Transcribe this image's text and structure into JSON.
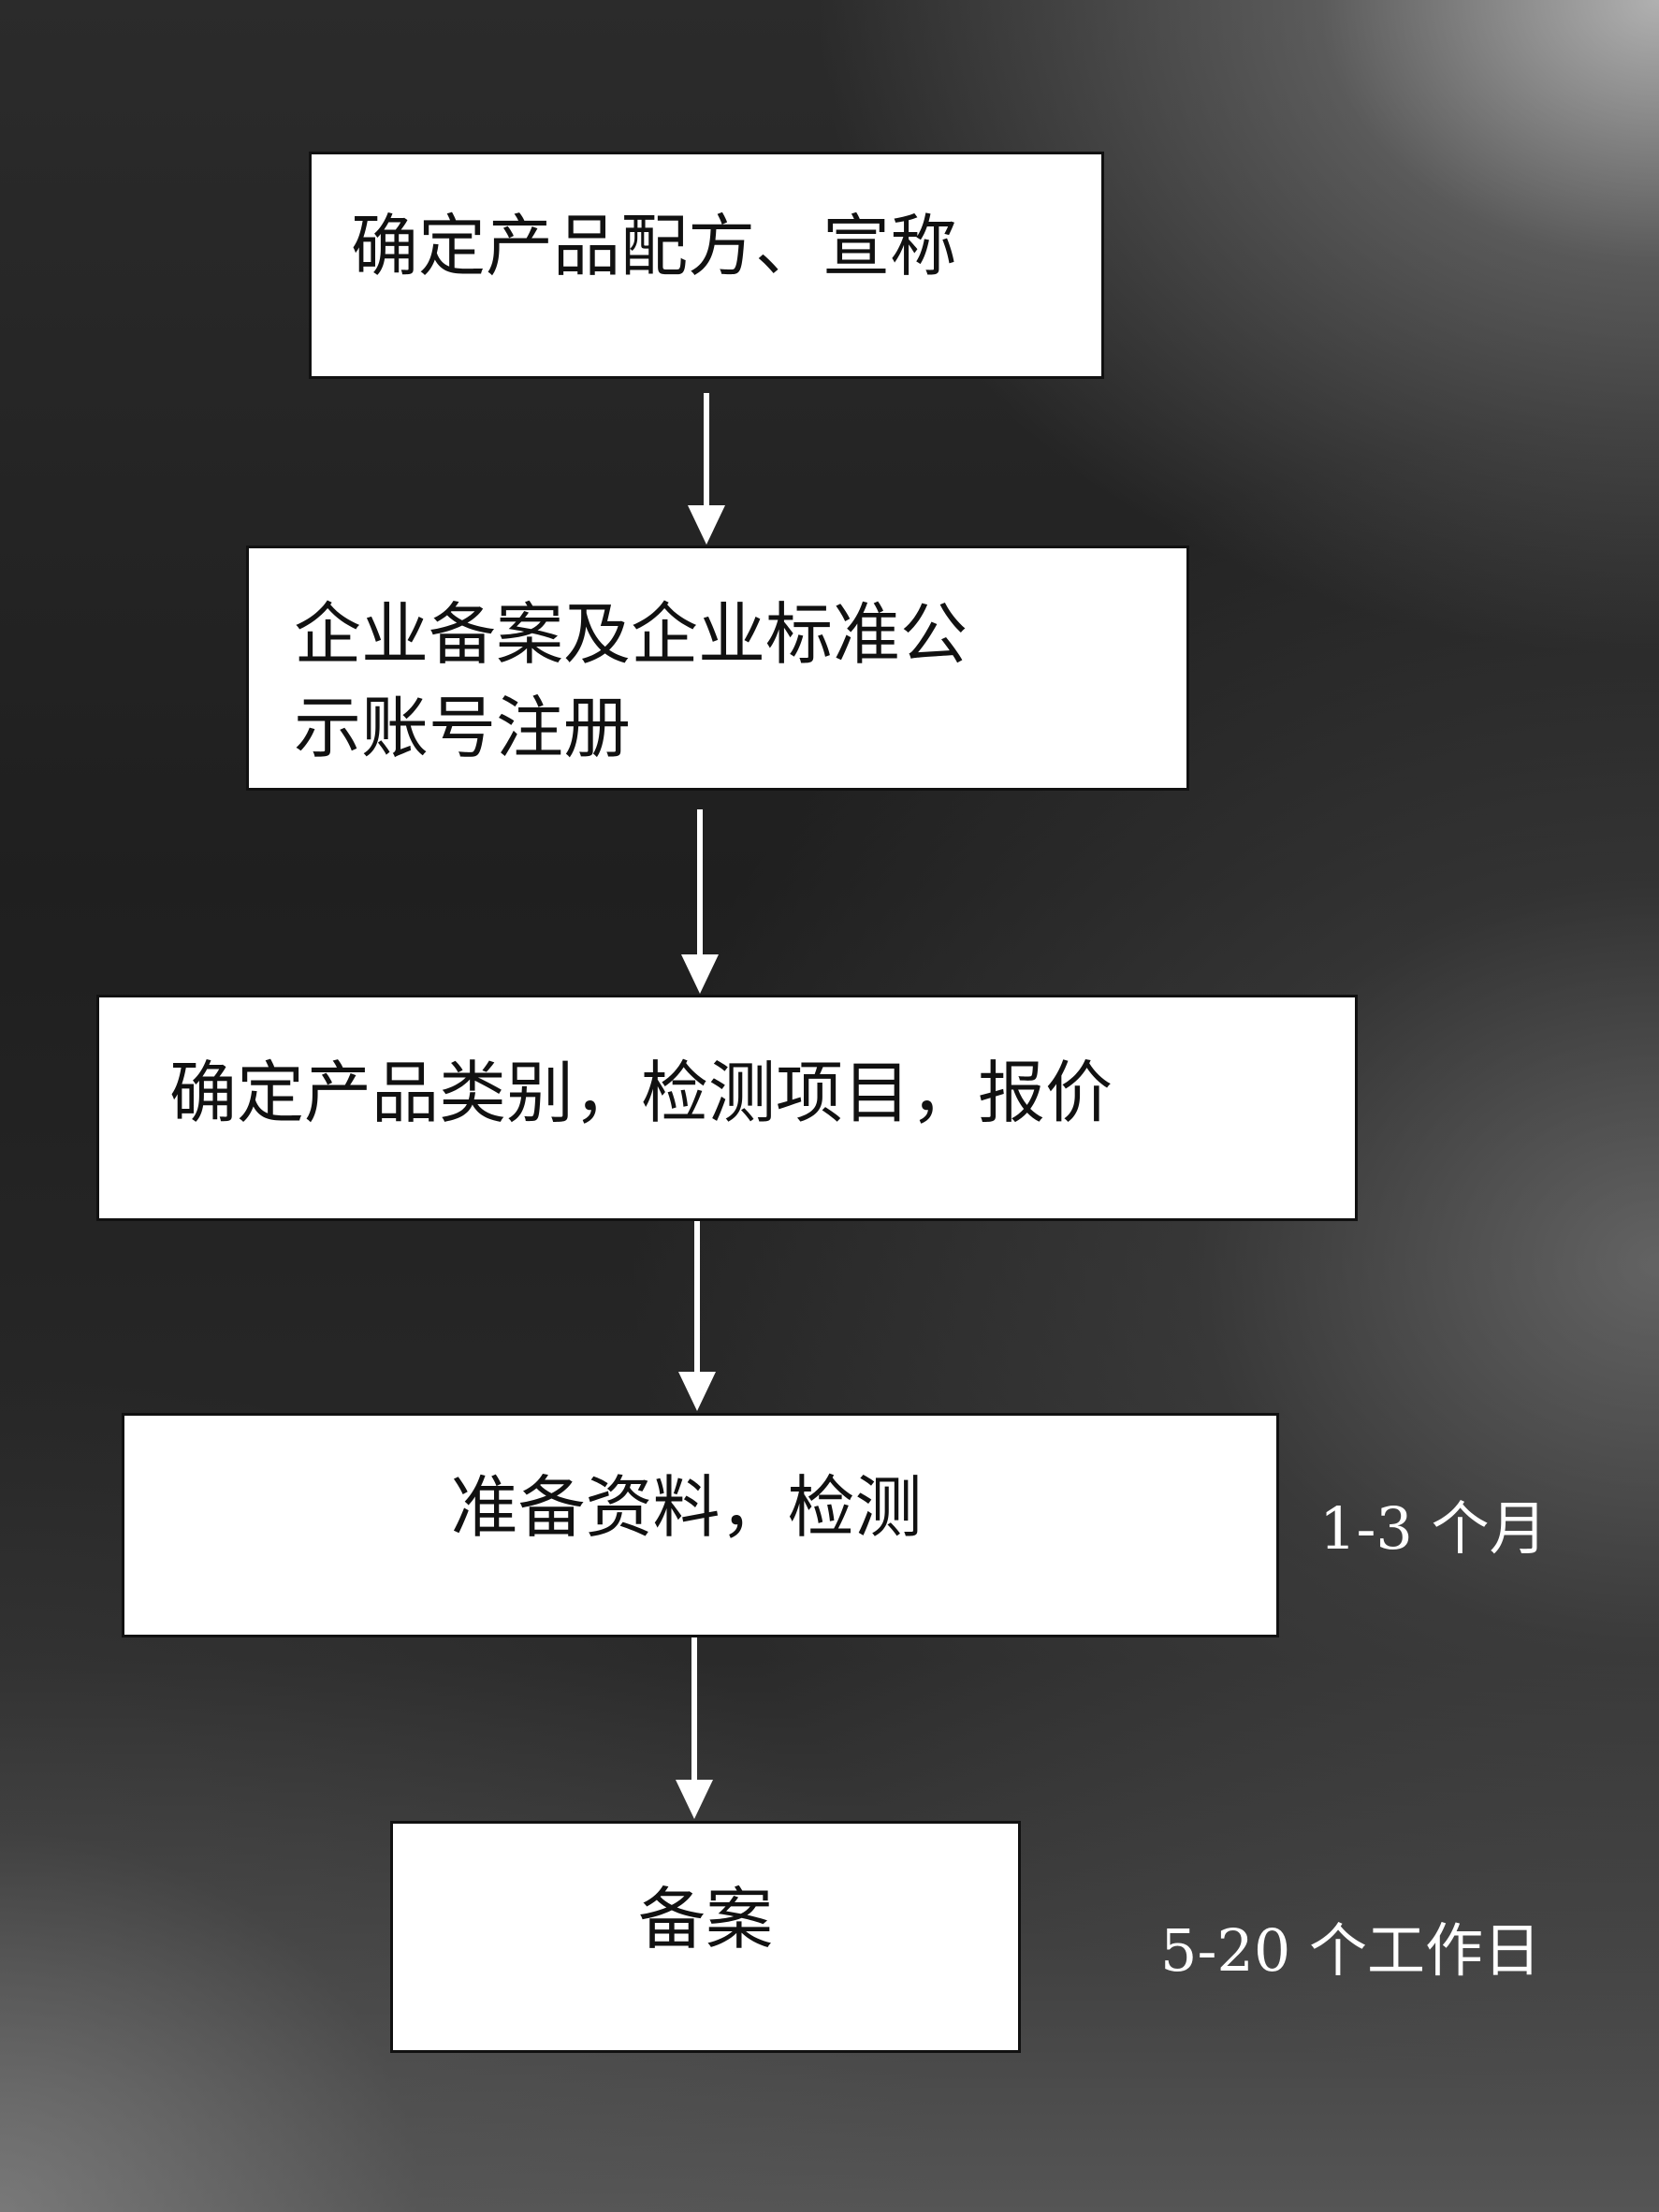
{
  "diagram": {
    "steps": [
      {
        "label": "确定产品配方、宣称"
      },
      {
        "label": "企业备案及企业标准公\n示账号注册"
      },
      {
        "label": "确定产品类别，检测项目，报价"
      },
      {
        "label": "准备资料，检测"
      },
      {
        "label": "备案"
      }
    ],
    "notes": [
      {
        "text": "1-3 个月"
      },
      {
        "text": "5-20 个工作日"
      }
    ]
  }
}
